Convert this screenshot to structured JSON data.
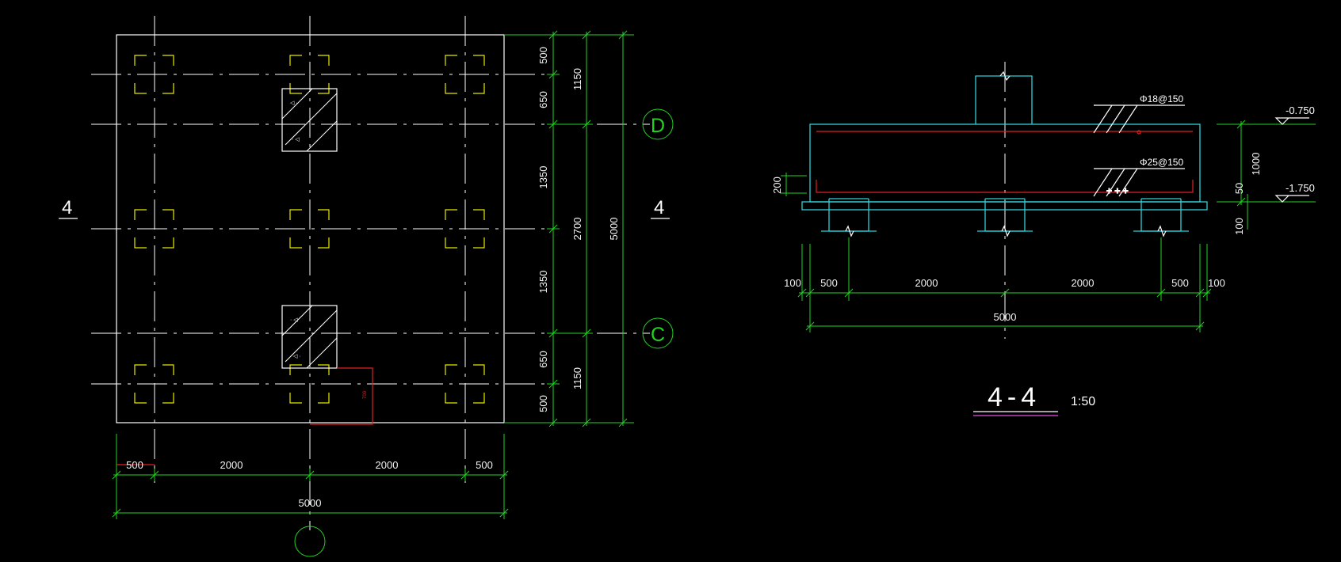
{
  "plan": {
    "section_marks": [
      "4",
      "4"
    ],
    "grid_bubbles": [
      "D",
      "C",
      ""
    ],
    "dims_bottom": [
      "500",
      "2000",
      "2000",
      "500"
    ],
    "dim_bottom_total": "5000",
    "dims_right_outer": [
      "500",
      "650",
      "1350",
      "1350",
      "650",
      "500"
    ],
    "dims_right_mid": [
      "1150",
      "2700",
      "1150"
    ],
    "dim_right_total": "5000",
    "small_note": "700"
  },
  "section": {
    "rebar_top": "Φ18@150",
    "rebar_bottom": "Φ25@150",
    "elev_top": "-0.750",
    "elev_bottom": "-1.750",
    "dim_height": "1000",
    "dim_50": "50",
    "dim_100": "100",
    "dim_200": "200",
    "dims_bottom": [
      "100",
      "500",
      "2000",
      "2000",
      "500",
      "100"
    ],
    "dim_bottom_total": "5000",
    "title": "4-4",
    "scale": "1:50"
  },
  "colors": {
    "background": "#000000",
    "outline": "#ffffff",
    "pile_caps": "#e8e800",
    "dimensions": "#22d422",
    "section_concrete": "#2fd0d8",
    "rebar": "#e02020",
    "title_underline": "#c040c0"
  }
}
